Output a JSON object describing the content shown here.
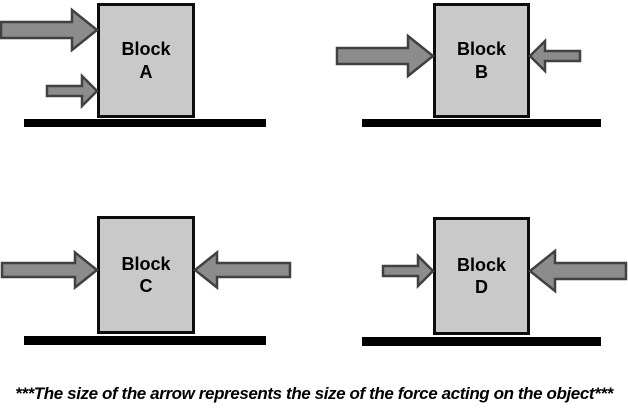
{
  "figure": {
    "caption": "***The size of the arrow represents the size of the force acting on the object***",
    "colors": {
      "arrow_fill": "#8c8c8c",
      "arrow_outline": "#414141",
      "block_fill": "#c9c9c9",
      "block_outline": "#0d0d0d",
      "ground": "#000000",
      "background": "#ffffff",
      "text": "#000000"
    },
    "blocks": [
      {
        "id": "A",
        "label": "Block",
        "letter": "A",
        "forces": [
          {
            "side": "left",
            "direction": "right",
            "size": "large"
          },
          {
            "side": "left",
            "direction": "right",
            "size": "small"
          }
        ]
      },
      {
        "id": "B",
        "label": "Block",
        "letter": "B",
        "forces": [
          {
            "side": "left",
            "direction": "right",
            "size": "large"
          },
          {
            "side": "right",
            "direction": "left",
            "size": "small"
          }
        ]
      },
      {
        "id": "C",
        "label": "Block",
        "letter": "C",
        "forces": [
          {
            "side": "left",
            "direction": "right",
            "size": "medium"
          },
          {
            "side": "right",
            "direction": "left",
            "size": "medium"
          }
        ]
      },
      {
        "id": "D",
        "label": "Block",
        "letter": "D",
        "forces": [
          {
            "side": "left",
            "direction": "right",
            "size": "small"
          },
          {
            "side": "right",
            "direction": "left",
            "size": "large"
          }
        ]
      }
    ]
  }
}
